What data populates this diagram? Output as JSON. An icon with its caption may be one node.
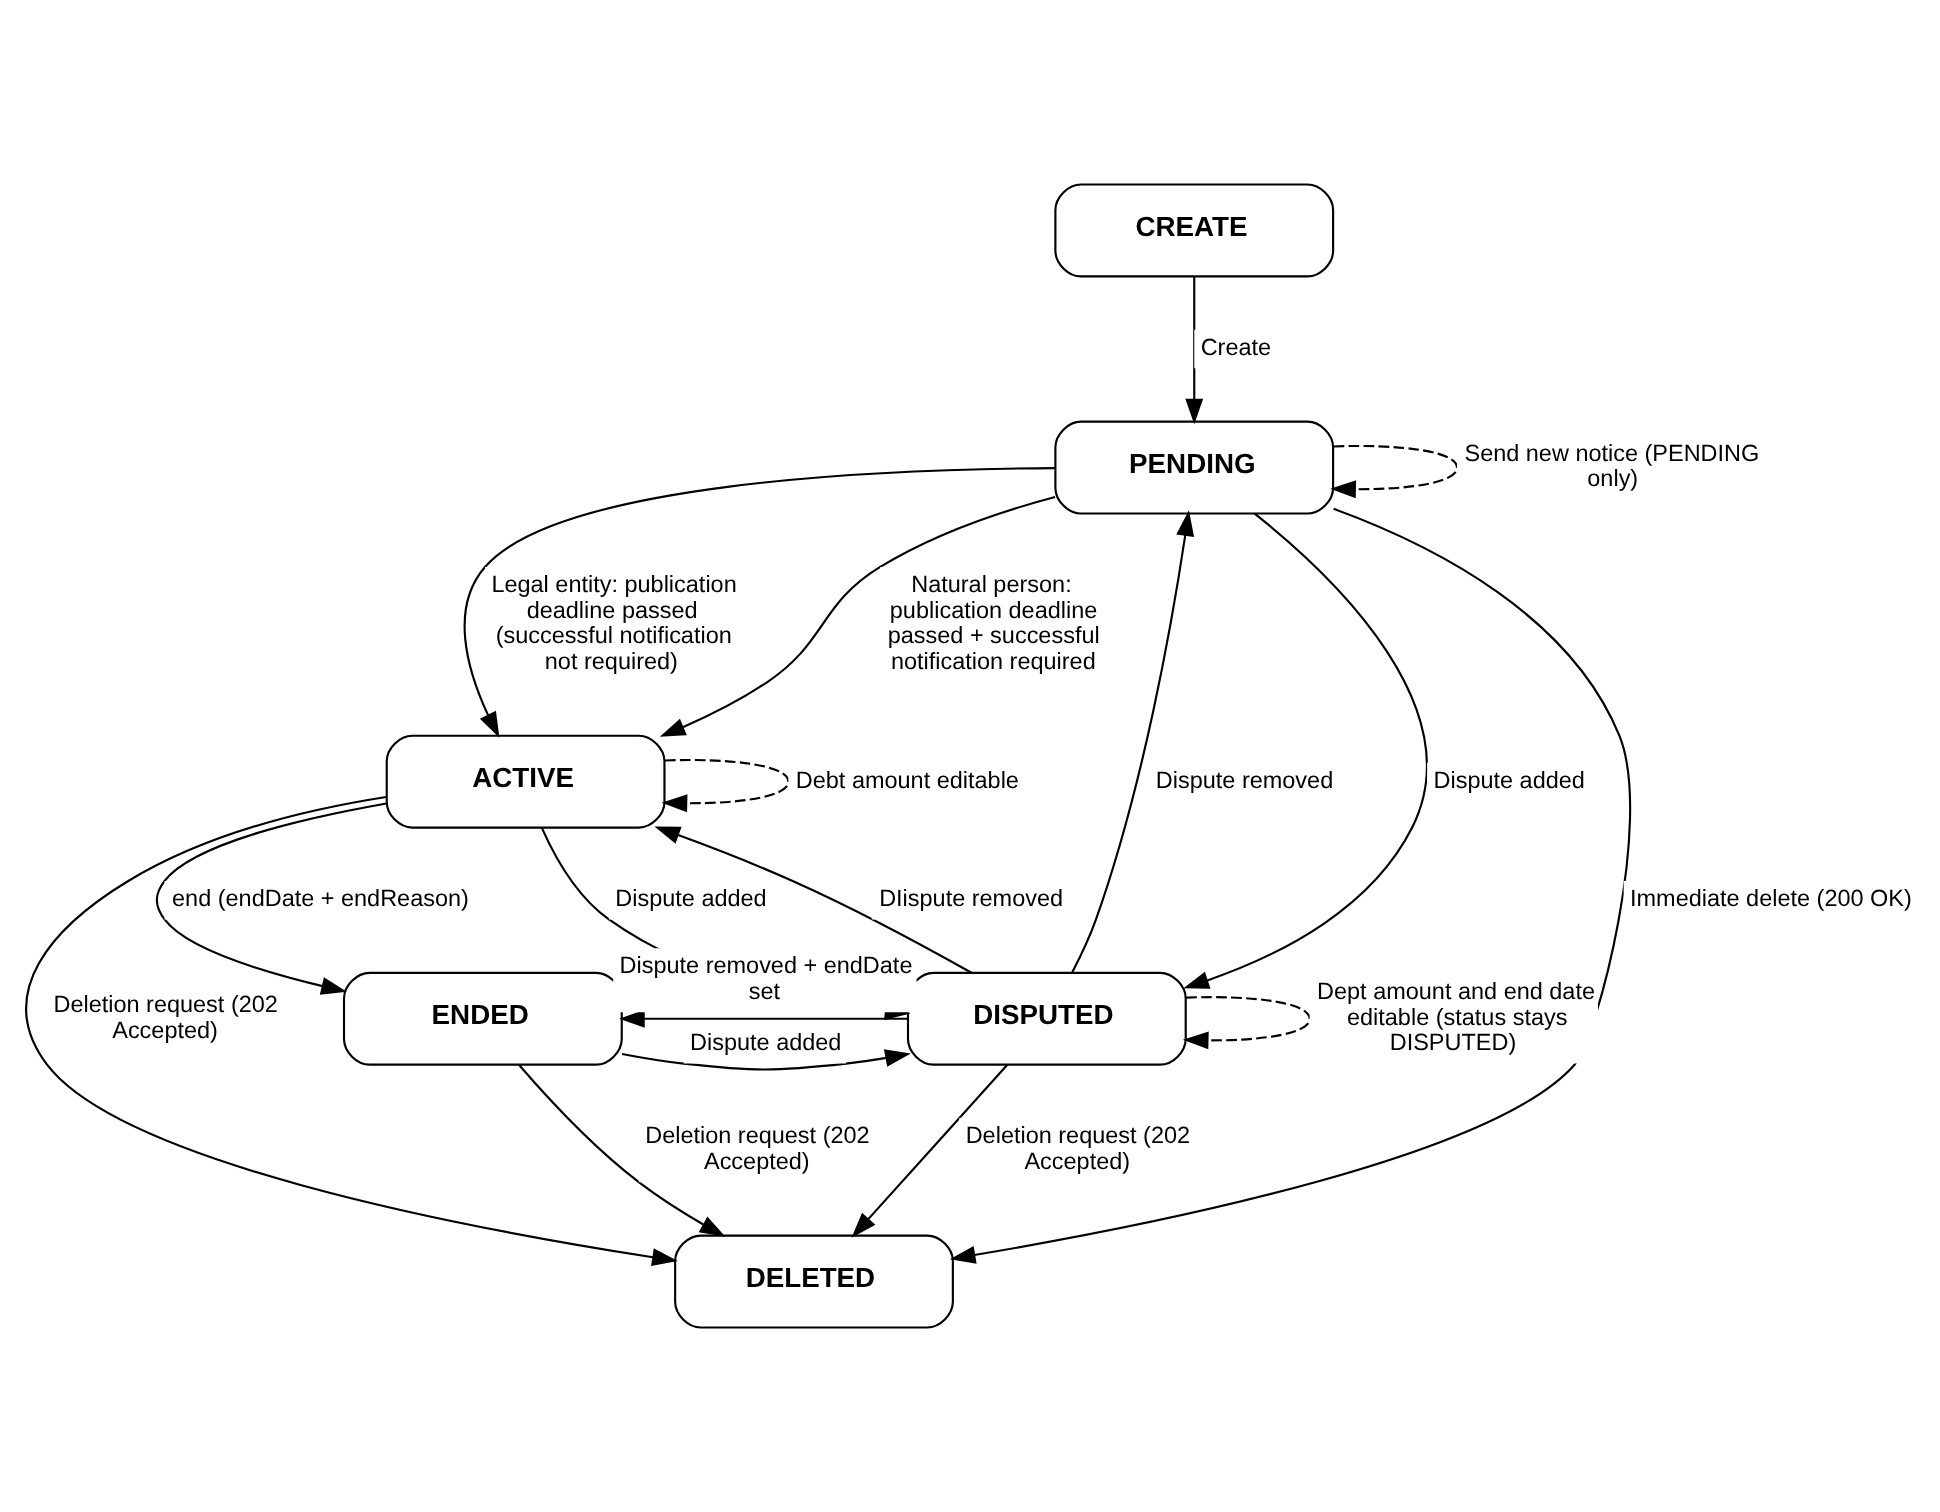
{
  "diagram": {
    "nodes": [
      {
        "text": [
          "CREATE"
        ]
      },
      {
        "text": [
          "PENDING"
        ]
      },
      {
        "text": [
          "ACTIVE"
        ]
      },
      {
        "text": [
          "DISPUTED"
        ]
      },
      {
        "text": [
          "ENDED"
        ]
      },
      {
        "text": [
          "DELETED"
        ]
      }
    ],
    "edges": [
      {
        "from": 0,
        "to": 1,
        "arrow": "to",
        "label": "Create"
      },
      {
        "from": 1,
        "to": 1,
        "arrow": "to",
        "label": "Send new notice (PENDING only)",
        "style": "dashed"
      },
      {
        "from": 1,
        "to": 3,
        "arrow": "to",
        "label": "Dispute added"
      },
      {
        "from": 3,
        "to": 1,
        "arrow": "to",
        "label": "Dispute removed"
      },
      {
        "from": 1,
        "to": 5,
        "arrow": "to",
        "label": "Immediate delete (200 OK)"
      },
      {
        "from": 1,
        "to": 2,
        "arrow": "to",
        "label": "Natural person: publication deadline passed + successful notification required"
      },
      {
        "from": 1,
        "to": 2,
        "arrow": "to",
        "label": "Legal entity: publication deadline passed (successful notification not required)"
      },
      {
        "from": 2,
        "to": 2,
        "arrow": "to",
        "label": "Debt amount editable",
        "style": "dashed"
      },
      {
        "from": 2,
        "to": 3,
        "arrow": "to",
        "label": "Dispute added"
      },
      {
        "from": 3,
        "to": 2,
        "arrow": "to",
        "label": "DIispute removed"
      },
      {
        "from": 2,
        "to": 4,
        "arrow": "to",
        "label": "end (endDate + endReason)"
      },
      {
        "from": 2,
        "to": 5,
        "arrow": "to",
        "label": "Deletion request (202 Accepted)"
      },
      {
        "from": 4,
        "to": 3,
        "arrow": "to",
        "label": "Dispute added"
      },
      {
        "from": 3,
        "to": 4,
        "arrow": "to",
        "label": "Dispute removed + endDate set"
      },
      {
        "from": 3,
        "to": 3,
        "arrow": "to",
        "label": "Dept amount and end date editable (status stays DISPUTED)",
        "style": "dashed"
      },
      {
        "from": 3,
        "to": 5,
        "arrow": "to",
        "label": "Deletion request (202 Accepted)"
      },
      {
        "from": 4,
        "to": 5,
        "arrow": "to",
        "label": "Deletion request (202 Accepted)"
      }
    ]
  }
}
